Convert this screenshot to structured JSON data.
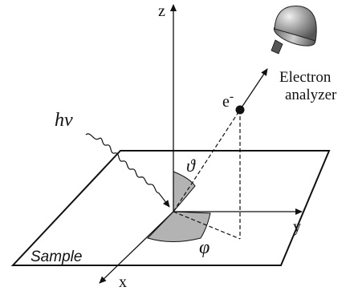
{
  "axes": {
    "z_label": "z",
    "x_label": "x",
    "y_label": "y"
  },
  "photon": {
    "label": "hν"
  },
  "electron": {
    "label_base": "e",
    "label_sup": "-"
  },
  "angles": {
    "theta_label": "ϑ",
    "phi_label": "φ"
  },
  "sample": {
    "label": "Sample"
  },
  "analyzer": {
    "label_line1": "Electron",
    "label_line2": "analyzer"
  },
  "colors": {
    "stroke": "#111111",
    "angle_fill": "#b3b3b3",
    "analyzer_dark": "#6f6f6f",
    "analyzer_light": "#d4d4d4",
    "background": "#ffffff"
  }
}
